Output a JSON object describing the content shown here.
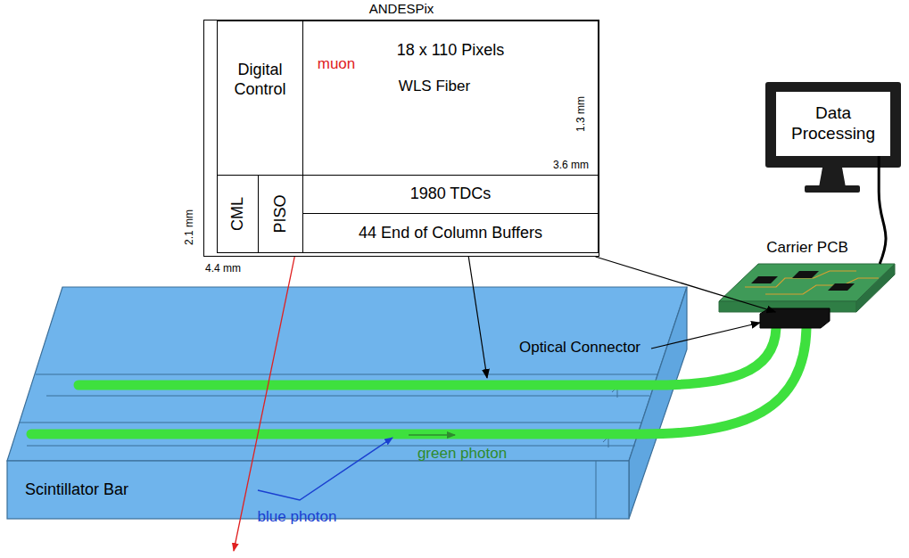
{
  "diagram": {
    "nodes": [
      {
        "text": [
          "ANDESPix"
        ]
      },
      {
        "text": [
          "Digital Control"
        ],
        "in": 0
      },
      {
        "text": [
          "18 x 110 Pixels"
        ],
        "in": 0
      },
      {
        "text": [
          "CML"
        ],
        "in": 0
      },
      {
        "text": [
          "PISO"
        ],
        "in": 0
      },
      {
        "text": [
          "1980 TDCs"
        ],
        "in": 0
      },
      {
        "text": [
          "44 End of Column Buffers"
        ],
        "in": 0
      },
      {
        "text": [
          "Data Processing"
        ]
      },
      {
        "text": [
          "Carrier PCB"
        ]
      },
      {
        "text": [
          "Scintillator Bar"
        ]
      }
    ],
    "edges": [
      {
        "from": 0,
        "to": 8,
        "arrow": "to"
      },
      {
        "from": 7,
        "to": 8,
        "arrow": "none"
      }
    ],
    "labels": [
      "1.3 mm",
      "3.6 mm",
      "2.1 mm",
      "4.4 mm",
      "muon",
      "WLS Fiber",
      "Optical Connector",
      "green photon",
      "blue photon"
    ]
  }
}
